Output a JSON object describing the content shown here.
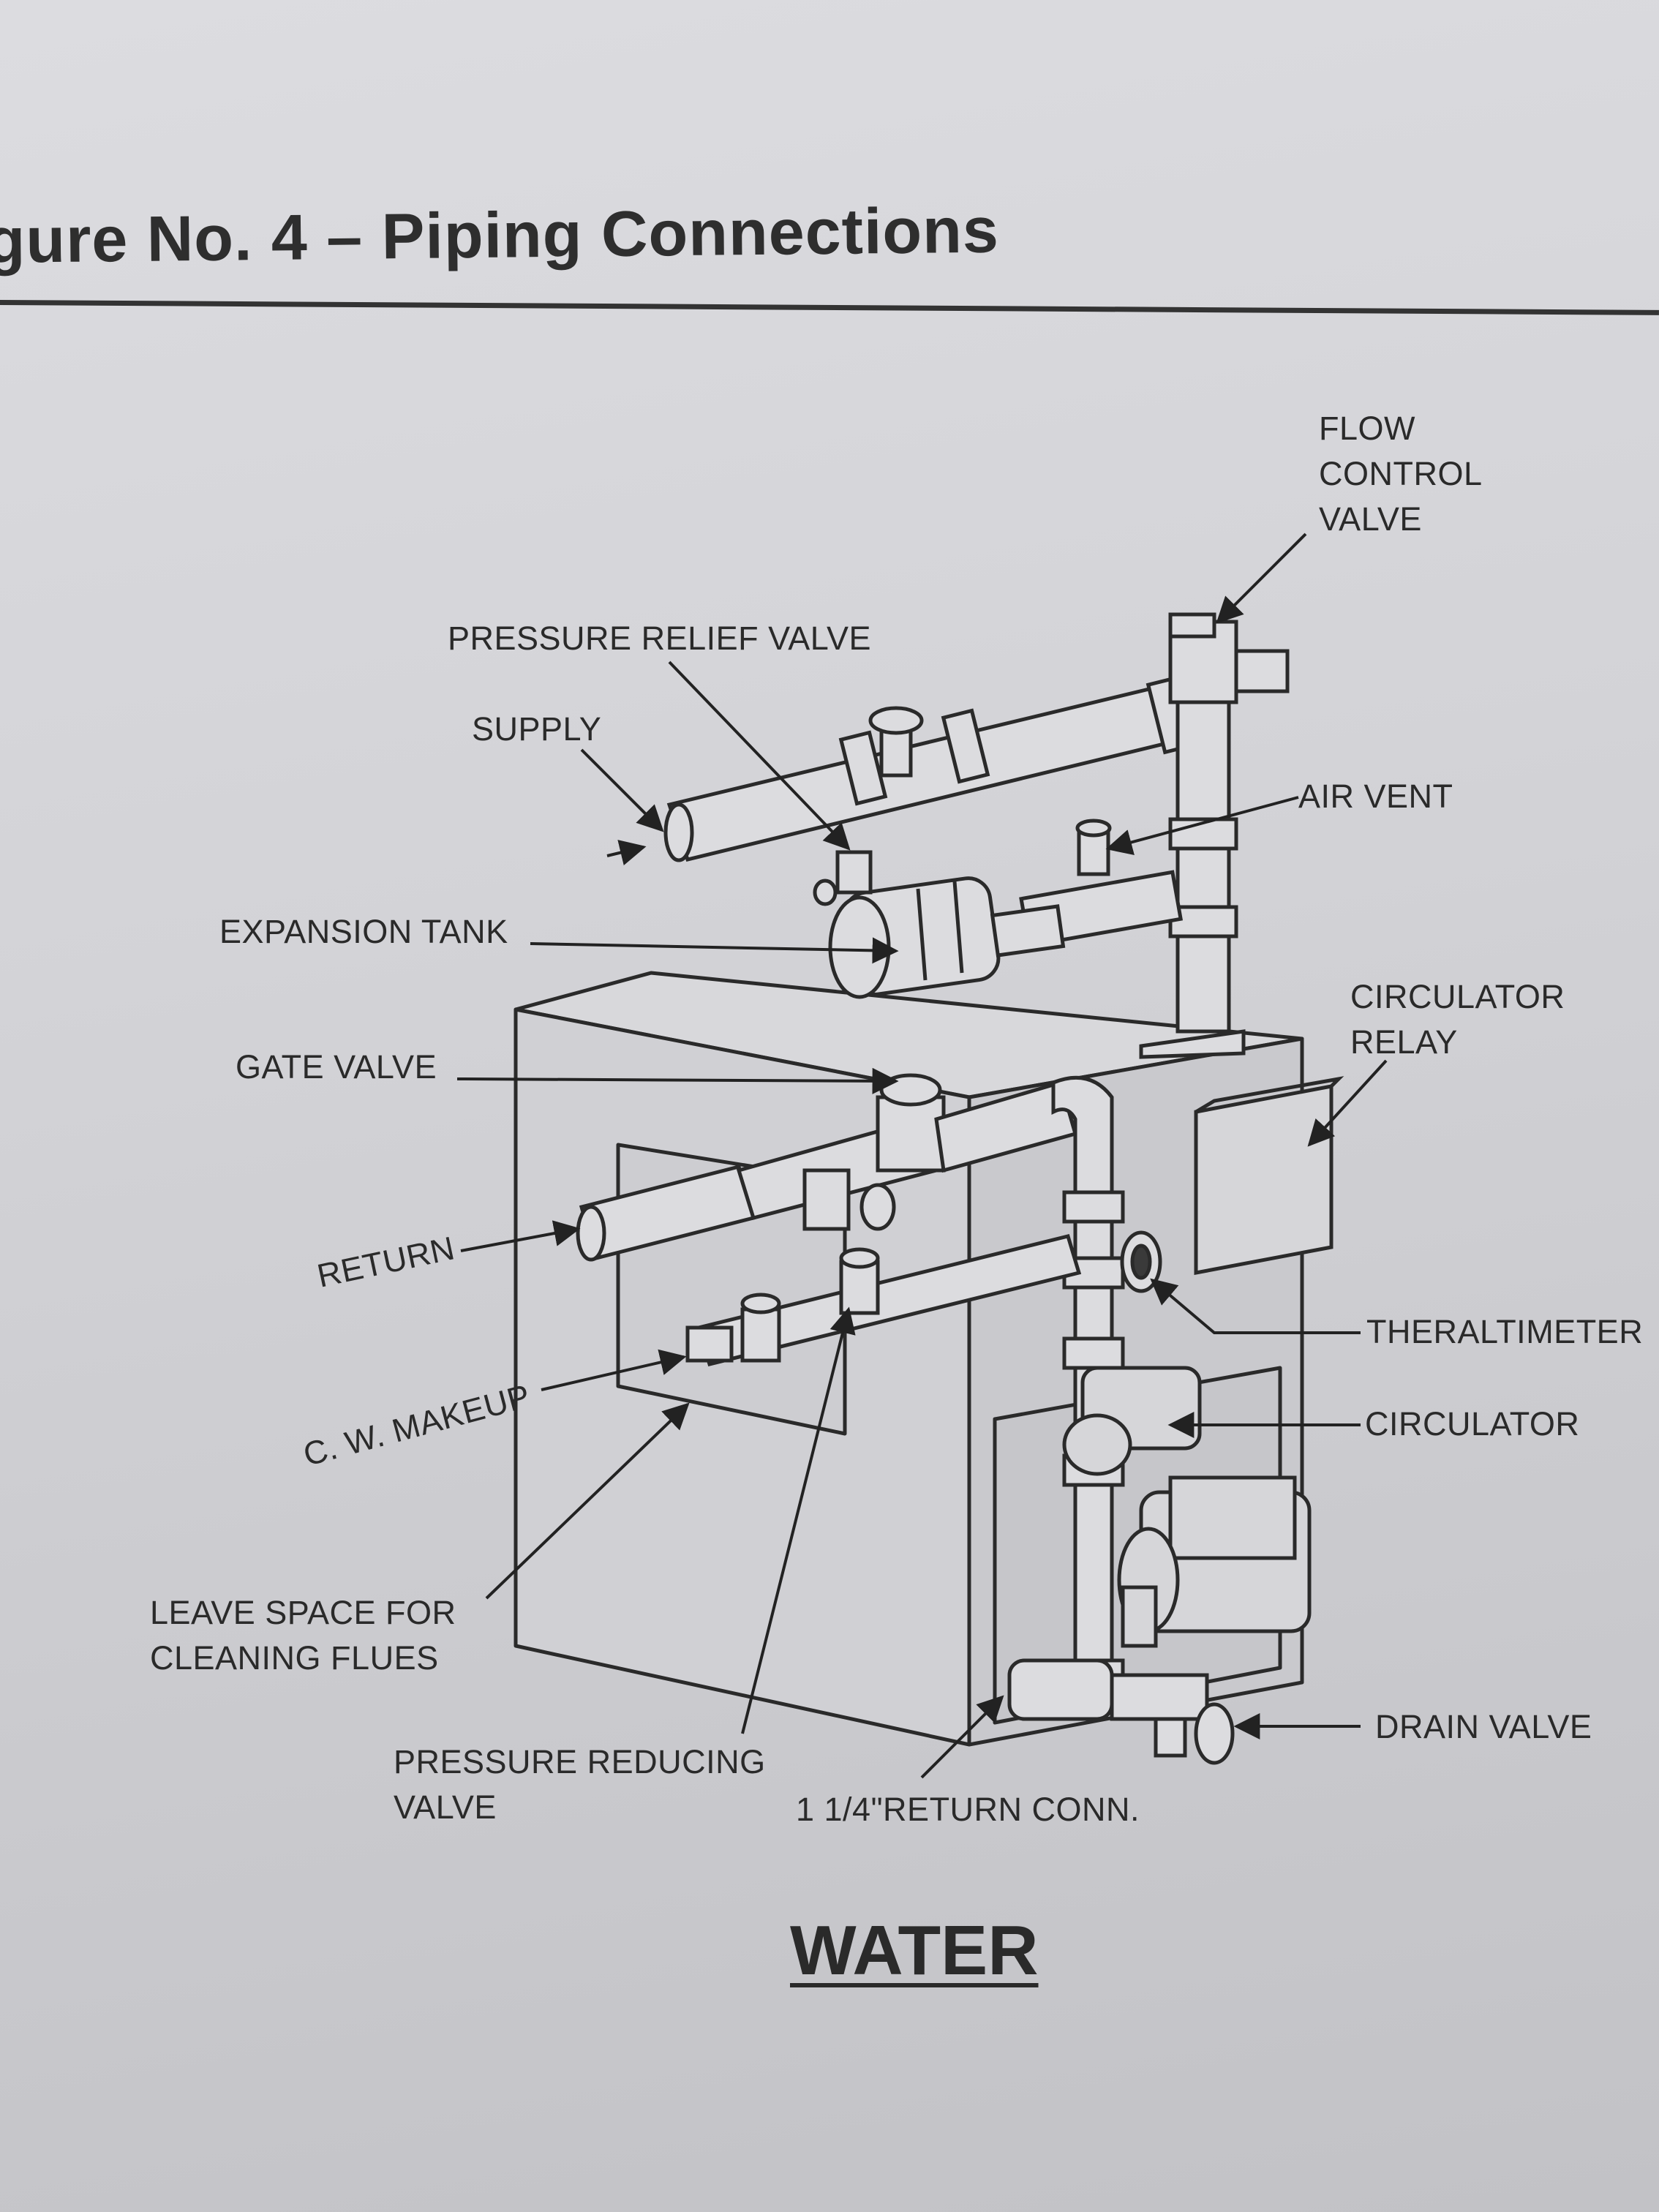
{
  "title": "gure No. 4 – Piping Connections",
  "labels": {
    "flow_control_valve_1": "FLOW",
    "flow_control_valve_2": "CONTROL",
    "flow_control_valve_3": "VALVE",
    "pressure_relief_valve": "PRESSURE RELIEF VALVE",
    "supply": "SUPPLY",
    "air_vent": "AIR VENT",
    "expansion_tank": "EXPANSION TANK",
    "circulator_relay_1": "CIRCULATOR",
    "circulator_relay_2": "RELAY",
    "gate_valve": "GATE VALVE",
    "return": "RETURN",
    "theraltimeter": "THERALTIMETER",
    "cw_makeup": "C. W. MAKEUP",
    "circulator": "CIRCULATOR",
    "leave_space_1": "LEAVE SPACE FOR",
    "leave_space_2": "CLEANING FLUES",
    "drain_valve": "DRAIN VALVE",
    "pressure_reducing_1": "PRESSURE REDUCING",
    "pressure_reducing_2": "VALVE",
    "return_conn": "1 1/4\"RETURN CONN."
  },
  "footer": "WATER"
}
